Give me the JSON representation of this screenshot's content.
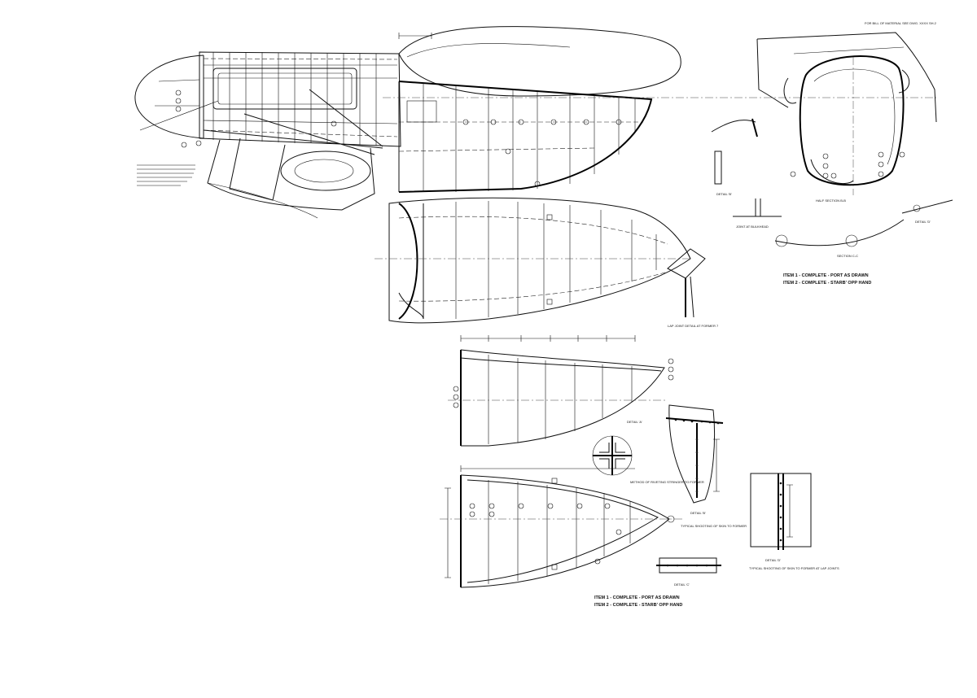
{
  "header": {
    "material_note": "FOR BILL OF MATERIAL SEE DWG. XXXX SH.2"
  },
  "labels": {
    "detail_a": "DETAIL 'A'",
    "detail_b": "DETAIL 'B'",
    "detail_c": "DETAIL 'C'",
    "detail_d": "DETAIL 'D'",
    "section_cc": "SECTION C-C",
    "half_section_bb": "HALF SECTION B-B",
    "lap_joint": "LAP JOINT DETAIL AT FORMER 7",
    "joint_bulkhead": "JOINT AT BULKHEAD",
    "typical_shooting_a": "TYPICAL SHOOTING OF SKIN TO FORMER",
    "typical_shooting_b": "TYPICAL SHOOTING OF SKIN TO FORMER AT LAP JOINTS",
    "method_note": "METHOD OF RIVETING STRINGER TO FORMER"
  },
  "items_top": {
    "item1": "ITEM 1 - COMPLETE - PORT AS DRAWN",
    "item2": "ITEM 2 - COMPLETE - STARB' OPP HAND"
  },
  "items_bottom": {
    "item1": "ITEM 1 - COMPLETE - PORT AS DRAWN",
    "item2": "ITEM 2 - COMPLETE - STARB' OPP HAND"
  }
}
